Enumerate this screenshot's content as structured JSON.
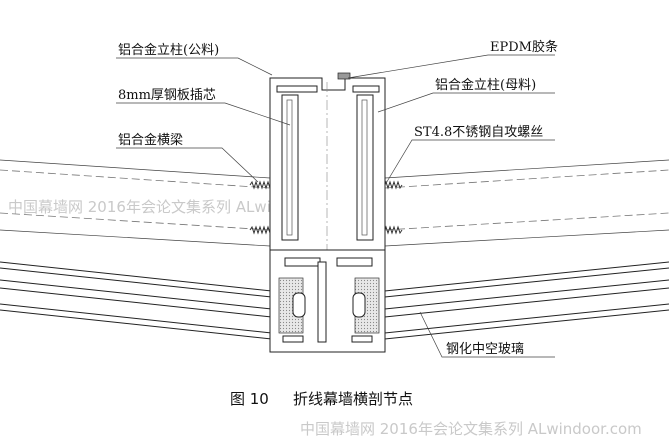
{
  "labels": {
    "mullion_male": "铝合金立柱(公料)",
    "steel_core": "8mm厚钢板插芯",
    "transom": "铝合金横梁",
    "epdm": "EPDM胶条",
    "mullion_female": "铝合金立柱(母料)",
    "screw": "ST4.8不锈钢自攻螺丝",
    "glass": "钢化中空玻璃"
  },
  "caption": {
    "figure": "图 10",
    "title": "折线幕墙横剖节点"
  },
  "watermark": "中国幕墙网 2016年会论文集系列 ALwindoor.com"
}
